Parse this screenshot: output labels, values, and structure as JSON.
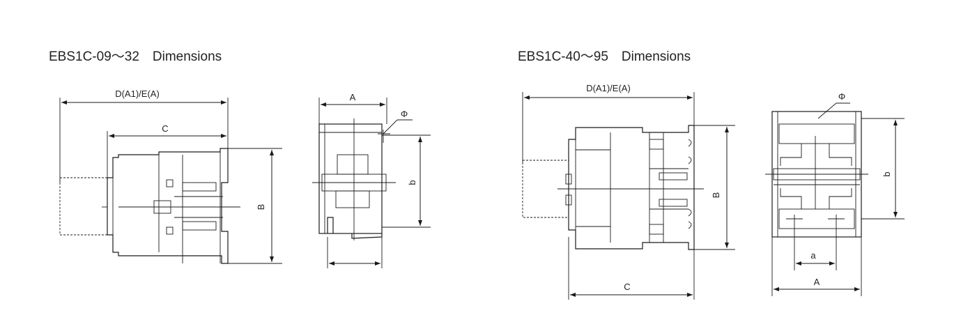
{
  "left": {
    "title": "EBS1C-09～32　Dimensions",
    "labels": {
      "d": "D(A1)/E(A)",
      "c": "C",
      "b_big": "B",
      "a": "A",
      "phi": "Φ",
      "b_small": "b"
    }
  },
  "right": {
    "title": "EBS1C-40～95　Dimensions",
    "labels": {
      "d": "D(A1)/E(A)",
      "c": "C",
      "b_big": "B",
      "a": "A",
      "phi": "Φ",
      "b_small": "b",
      "a_small": "a"
    }
  }
}
